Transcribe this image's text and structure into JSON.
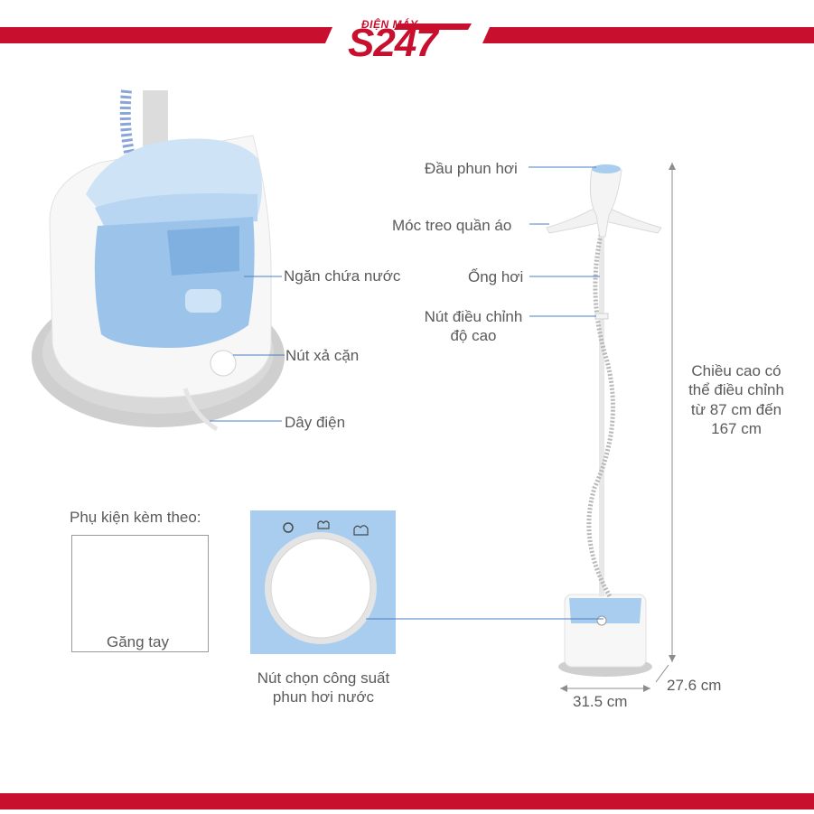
{
  "brand": {
    "logo_top": "ĐIỆN MÁY",
    "logo_main": "S247",
    "color": "#c8102e"
  },
  "labels": {
    "water_tank": "Ngăn chứa nước",
    "drain_button": "Nút xả cặn",
    "power_cord": "Dây điện",
    "steam_head": "Đầu phun hơi",
    "hanger": "Móc treo quần áo",
    "steam_hose": "Ống hơi",
    "height_adjust": "Nút điều chỉnh\nđộ cao",
    "adjustable_height": "Chiều cao có\nthể điều chỉnh\ntừ 87 cm đến\n167 cm",
    "width": "31.5 cm",
    "depth": "27.6 cm",
    "accessories_heading": "Phụ kiện kèm theo:",
    "glove": "Găng tay",
    "power_selector": "Nút chọn công suất\nphun hơi nước"
  },
  "colors": {
    "blue_body": "#a9cdee",
    "blue_light": "#cfe3f6",
    "callout_line": "#4a7fc0",
    "base_grey": "#cfcfcf",
    "text": "#5a5a5a"
  },
  "icons": [
    "off-icon",
    "low-steam-icon",
    "high-steam-icon"
  ]
}
